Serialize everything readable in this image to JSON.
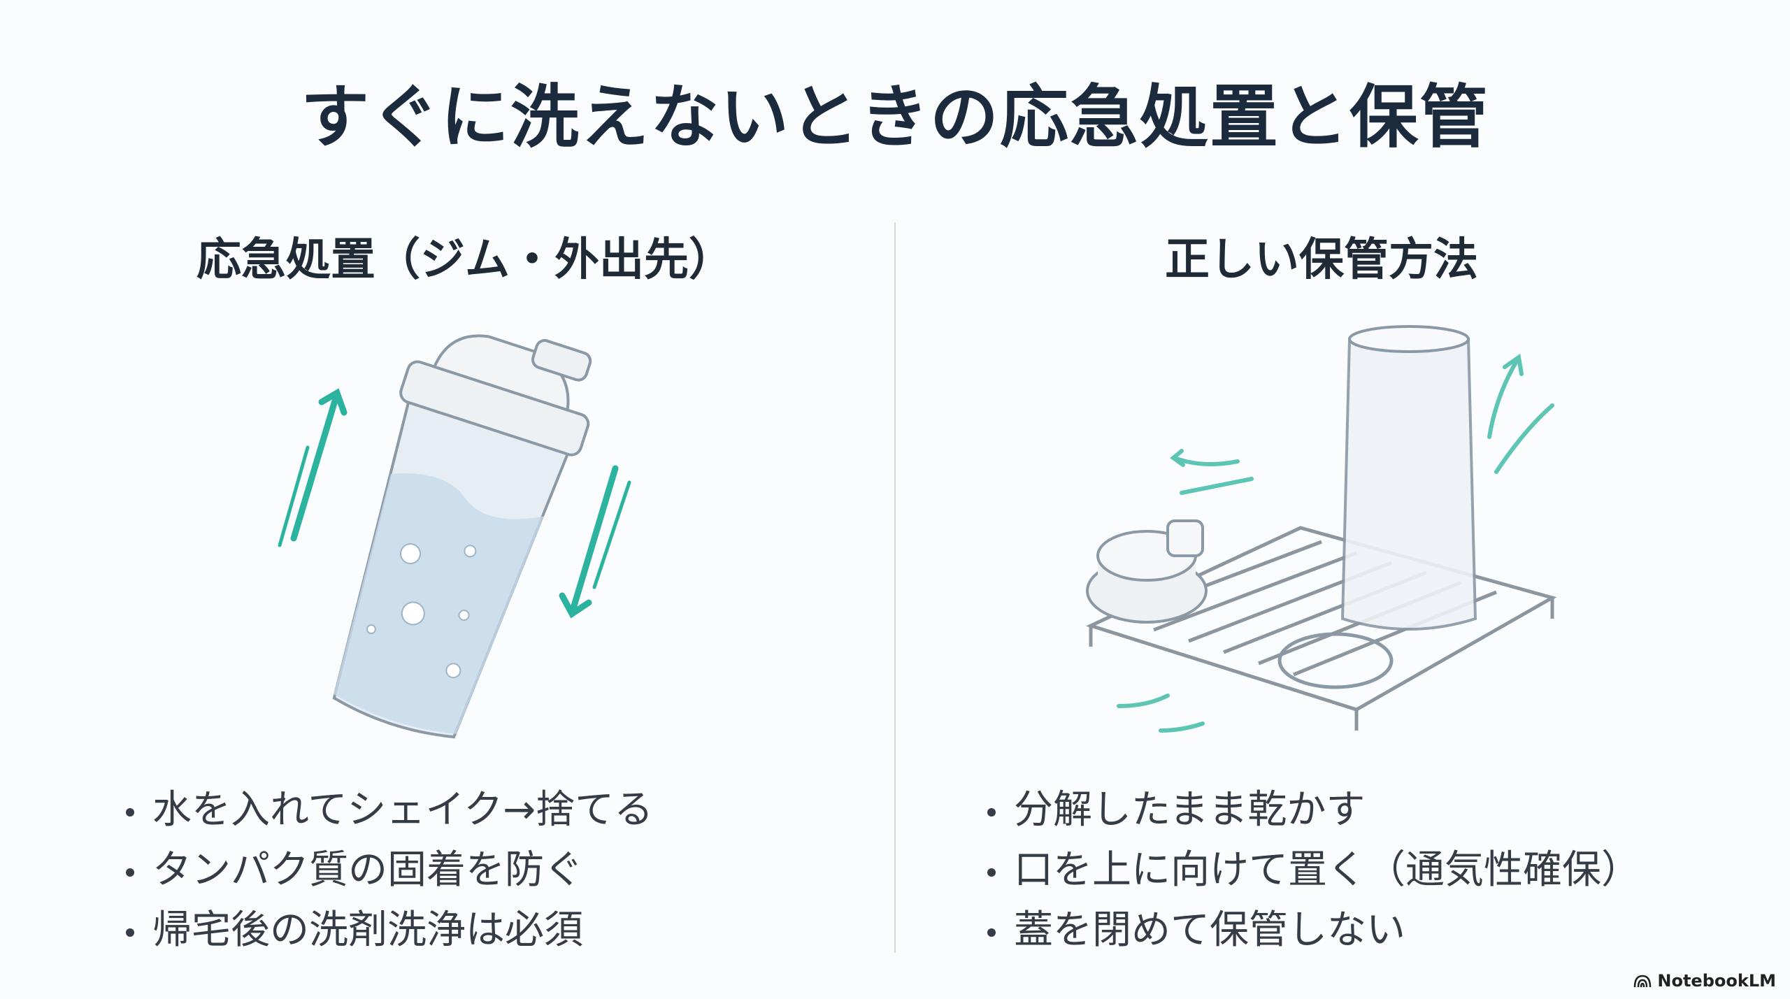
{
  "title": "すぐに洗えないときの応急処置と保管",
  "left": {
    "heading": "応急処置（ジム・外出先）",
    "bullets": [
      "水を入れてシェイク→捨てる",
      "タンパク質の固着を防ぐ",
      "帰宅後の洗剤洗浄は必須"
    ]
  },
  "right": {
    "heading": "正しい保管方法",
    "bullets": [
      "分解したまま乾かす",
      "口を上に向けて置く（通気性確保）",
      "蓋を閉めて保管しない"
    ]
  },
  "watermark": "NotebookLM",
  "colors": {
    "title": "#1b2a3d",
    "accent": "#2bb3a0",
    "text": "#363c45"
  }
}
